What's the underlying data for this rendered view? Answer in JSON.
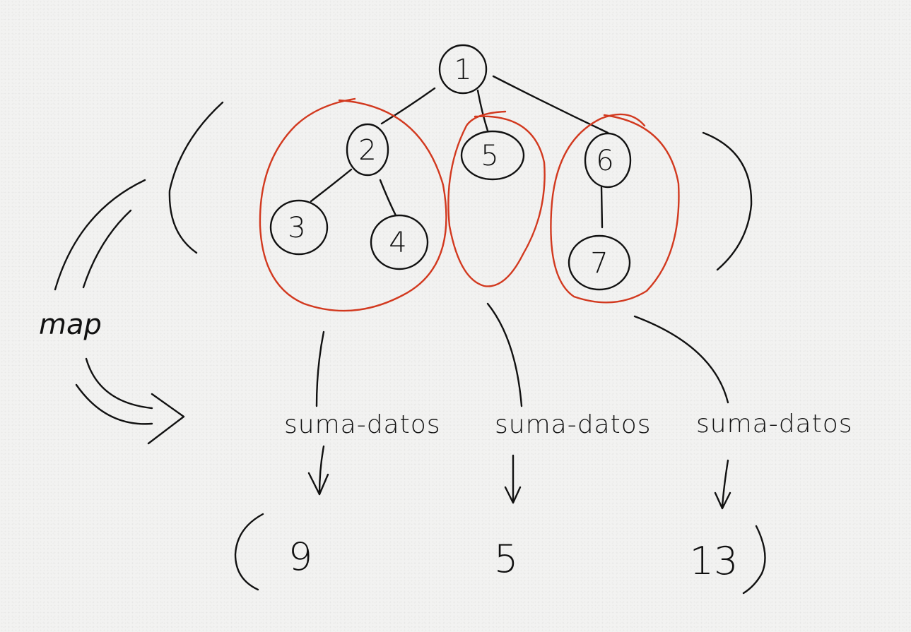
{
  "tree": {
    "nodes": [
      "1",
      "2",
      "3",
      "4",
      "5",
      "6",
      "7"
    ]
  },
  "operation": {
    "label": "map"
  },
  "functions": [
    "suma-datos",
    "suma-datos",
    "suma-datos"
  ],
  "results": [
    "9",
    "5",
    "13"
  ],
  "colors": {
    "ink": "#111111",
    "highlight": "#d2391f",
    "paper": "#f2f2f1"
  }
}
